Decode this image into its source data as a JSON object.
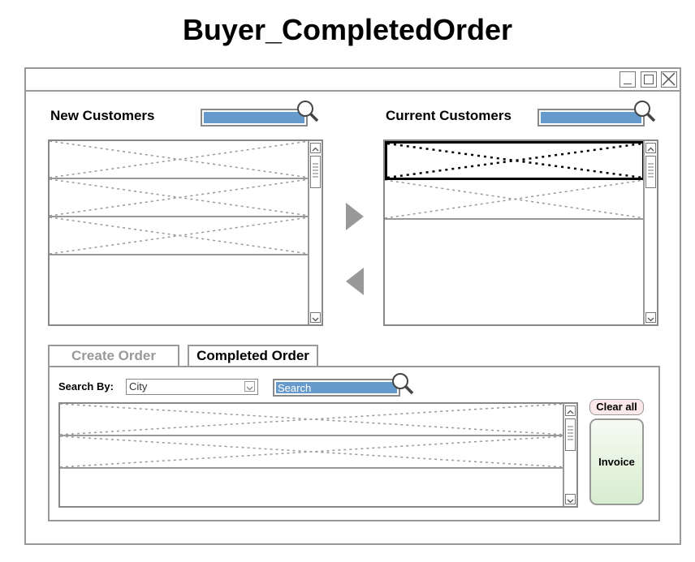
{
  "page": {
    "title": "Buyer_CompletedOrder"
  },
  "window": {
    "controls": [
      "minimize-icon",
      "maximize-icon",
      "close-icon"
    ]
  },
  "new_customers": {
    "label": "New Customers",
    "search_value": ""
  },
  "current_customers": {
    "label": "Current Customers",
    "search_value": ""
  },
  "transfer": {
    "right_icon": "arrow-right-icon",
    "left_icon": "arrow-left-icon"
  },
  "tabs": [
    {
      "label": "Create Order",
      "active": false
    },
    {
      "label": "Completed Order",
      "active": true
    }
  ],
  "order_panel": {
    "search_by_label": "Search By:",
    "search_by_value": "City",
    "search_placeholder": "Search",
    "clear_all_label": "Clear all",
    "invoice_label": "Invoice"
  },
  "colors": {
    "search_fill": "#6699cc",
    "invoice_bg": "#d7eccf",
    "clear_bg": "#fbe8ea"
  }
}
